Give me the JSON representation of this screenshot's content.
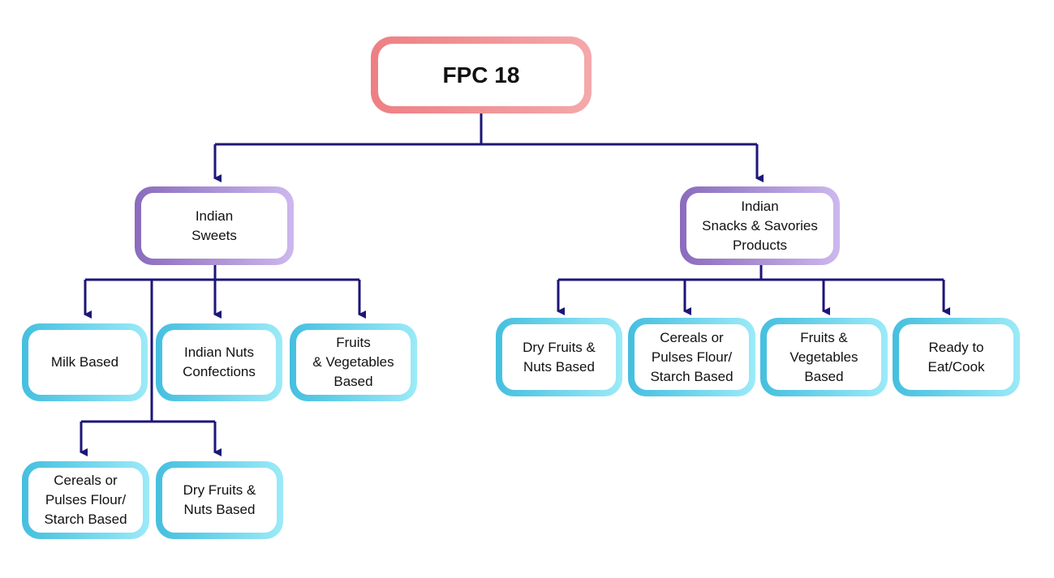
{
  "colors": {
    "connector": "#1c1678",
    "root_border": "#ee7f83",
    "category_border": "#8a6bbd",
    "leaf_border": "#45bfdf"
  },
  "root": {
    "label": "FPC 18"
  },
  "categories": [
    {
      "label": "Indian\nSweets",
      "children": [
        "Milk Based",
        "Indian Nuts\nConfections",
        "Fruits\n& Vegetables\nBased",
        "Cereals or\nPulses Flour/\nStarch Based",
        "Dry Fruits &\nNuts Based"
      ]
    },
    {
      "label": "Indian\nSnacks & Savories\nProducts",
      "children": [
        "Dry Fruits &\nNuts Based",
        "Cereals or\nPulses  Flour/\nStarch Based",
        "Fruits &\nVegetables\nBased",
        "Ready to\nEat/Cook"
      ]
    }
  ]
}
